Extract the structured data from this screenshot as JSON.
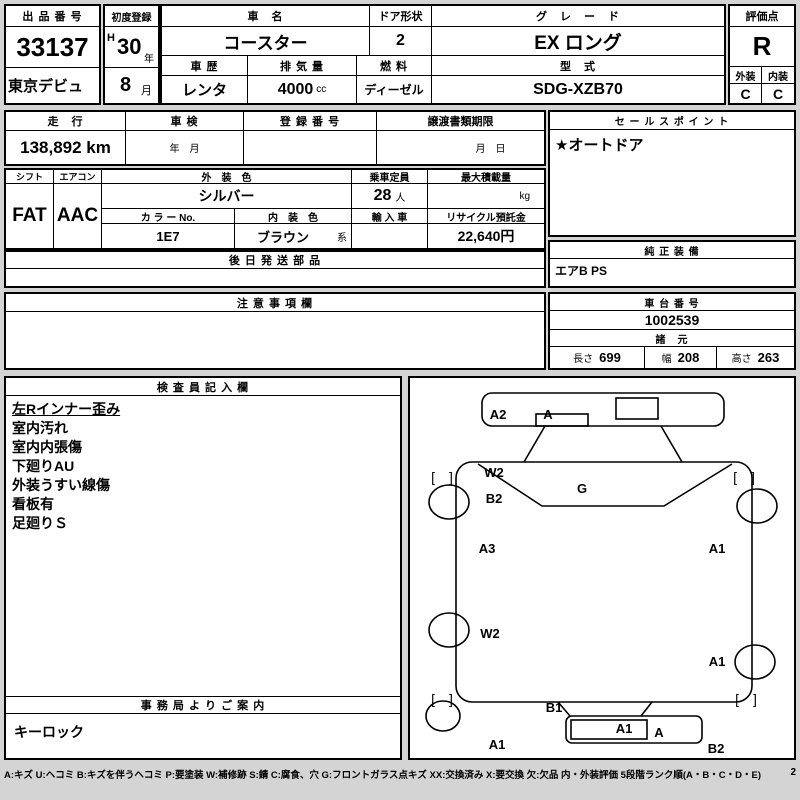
{
  "top": {
    "exhibit_no_label": "出 品 番 号",
    "exhibit_no": "33137",
    "exhibit_note": "東京デビュ",
    "first_reg_label": "初度登録",
    "first_reg_era": "H",
    "first_reg_year": "30",
    "first_reg_year_unit": "年",
    "first_reg_month": "8",
    "first_reg_month_unit": "月",
    "car_name_label": "車　名",
    "car_name": "コースター",
    "door_label": "ドア形状",
    "door": "2",
    "grade_label": "グ　レ　ー　ド",
    "grade": "EX ロング",
    "history_label": "車 歴",
    "history": "レンタ",
    "displacement_label": "排 気 量",
    "displacement": "4000",
    "displacement_unit": "cc",
    "fuel_label": "燃 料",
    "fuel": "ディーゼル",
    "model_label": "型　式",
    "model": "SDG-XZB70",
    "score_label": "評価点",
    "score": "R",
    "exterior_label": "外装",
    "interior_label": "内装",
    "exterior_score": "C",
    "interior_score": "C"
  },
  "band2": {
    "mileage_label": "走　行",
    "mileage": "138,892 km",
    "inspection_label": "車 検",
    "inspection_placeholder": "年　月",
    "registration_label": "登 録 番 号",
    "transfer_label": "譲渡書類期限",
    "transfer_placeholder": "月　日",
    "sales_label": "セ ー ル ス ポ イ ン ト",
    "sales_point": "★オートドア"
  },
  "band3": {
    "shift_label": "シフト",
    "shift": "FAT",
    "aircon_label": "エアコン",
    "aircon": "AAC",
    "ext_color_label": "外　装　色",
    "ext_color": "シルバー",
    "capacity_label": "乗車定員",
    "capacity": "28",
    "capacity_unit": "人",
    "max_load_label": "最大積載量",
    "max_load_unit": "kg",
    "color_no_label": "カ ラ ー No.",
    "color_no": "1E7",
    "int_color_label": "内　装　色",
    "int_color": "ブラウン",
    "int_color_suffix": "系",
    "import_label": "輸 入 車",
    "recycle_label": "リサイクル預託金",
    "recycle_deposit": "22,640円",
    "later_parts_label": "後 日 発 送 部 品",
    "equipment_label": "純 正 装 備",
    "equipment": "エアB PS"
  },
  "band4": {
    "caution_label": "注 意 事 項 欄",
    "chassis_label": "車 台 番 号",
    "chassis_no": "1002539",
    "specs_label": "諸　元",
    "length_label": "長さ",
    "length": "699",
    "width_label": "幅",
    "width": "208",
    "height_label": "高さ",
    "height": "263"
  },
  "inspector": {
    "label": "検 査 員 記 入 欄",
    "notes": [
      "左Rインナー歪み",
      "室内汚れ",
      "室内内張傷",
      "下廻りAU",
      "外装うすい線傷",
      "看板有",
      "足廻りＳ"
    ],
    "office_label": "事 務 局 よ り ご 案 内",
    "office_note": "キーロック"
  },
  "diagram": {
    "labels": [
      {
        "text": "A2"
      },
      {
        "text": "A"
      },
      {
        "text": "W2"
      },
      {
        "text": "B2"
      },
      {
        "text": "G"
      },
      {
        "text": "A3"
      },
      {
        "text": "A1"
      },
      {
        "text": "W2"
      },
      {
        "text": "A1"
      },
      {
        "text": "B1"
      },
      {
        "text": "A1"
      },
      {
        "text": "A"
      },
      {
        "text": "A1"
      },
      {
        "text": "B2"
      }
    ],
    "bracket": "[　]"
  },
  "footer": {
    "legend": "A:キズ U:ヘコミ B:キズを伴うヘコミ P:要塗装 W:補修跡 S:錆 C:腐食、穴 G:フロントガラス点キズ XX:交換済み X:要交換 欠:欠品 内・外装評価 5段階ランク順(A・B・C・D・E)",
    "page": "2"
  }
}
